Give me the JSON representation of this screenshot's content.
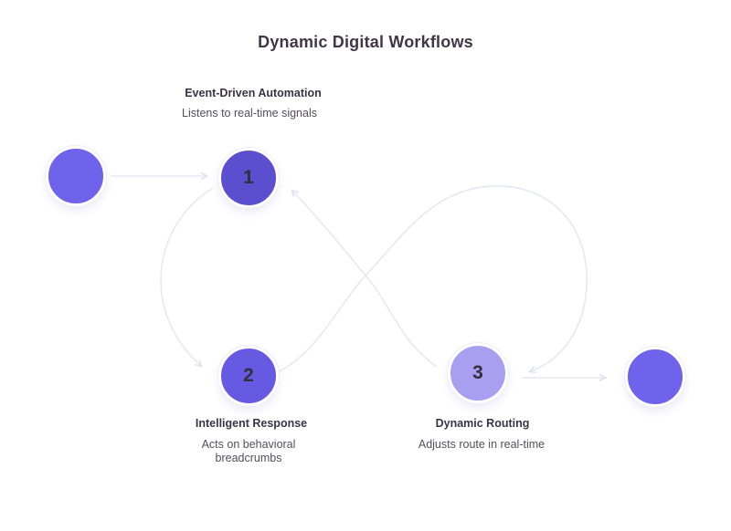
{
  "title": "Dynamic Digital Workflows",
  "nodes": [
    {
      "number": "1",
      "label": "Event-Driven Automation",
      "description": "Listens to real-time signals",
      "color": "#5b4fd0"
    },
    {
      "number": "2",
      "label": "Intelligent Response",
      "description": "Acts on behavioral breadcrumbs",
      "color": "#6659e2"
    },
    {
      "number": "3",
      "label": "Dynamic Routing",
      "description": "Adjusts route in real-time",
      "color": "#a89ff0"
    }
  ],
  "terminals": {
    "start": {
      "color": "#6f63eb"
    },
    "end": {
      "color": "#6f63eb"
    }
  },
  "colors": {
    "background": "#ffffff",
    "title_text": "#423647",
    "label_text": "#3c3345",
    "description_text": "#544e5c",
    "number_text": "#342f3c",
    "connector": "#e6e8f4",
    "arrowhead": "#dde1f0"
  }
}
